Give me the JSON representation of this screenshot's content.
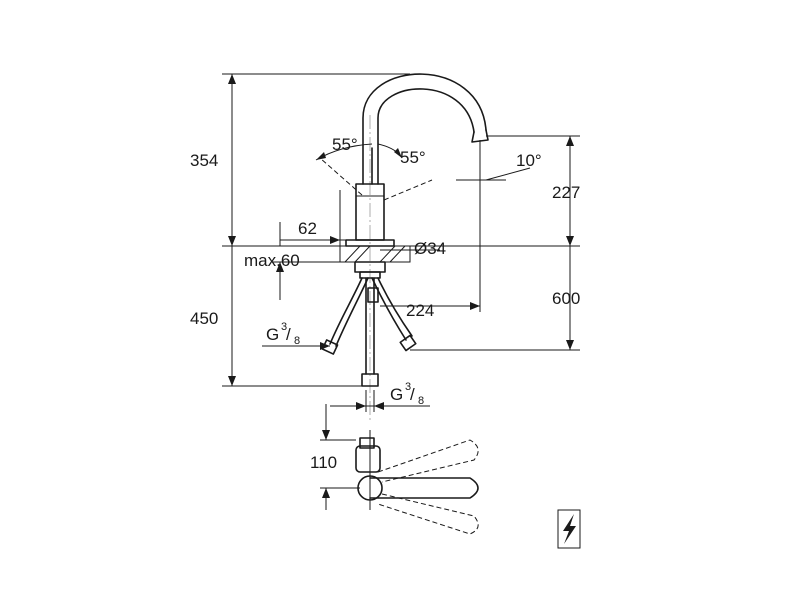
{
  "dimensions": {
    "height_total": "354",
    "height_outlet": "227",
    "angle_left": "55°",
    "angle_right": "55°",
    "angle_outlet": "10°",
    "body_width": "62",
    "hole_diameter": "Ø34",
    "max_thickness": "max.60",
    "reach": "224",
    "hose_length": "450",
    "counter_depth": "600",
    "thread_left_base": "G",
    "thread_left_num": "3",
    "thread_left_den": "8",
    "thread_right_base": "G",
    "thread_right_num": "3",
    "thread_right_den": "8",
    "lever_offset": "110"
  },
  "icons": {
    "electrical_symbol": "lightning-bolt-icon"
  }
}
